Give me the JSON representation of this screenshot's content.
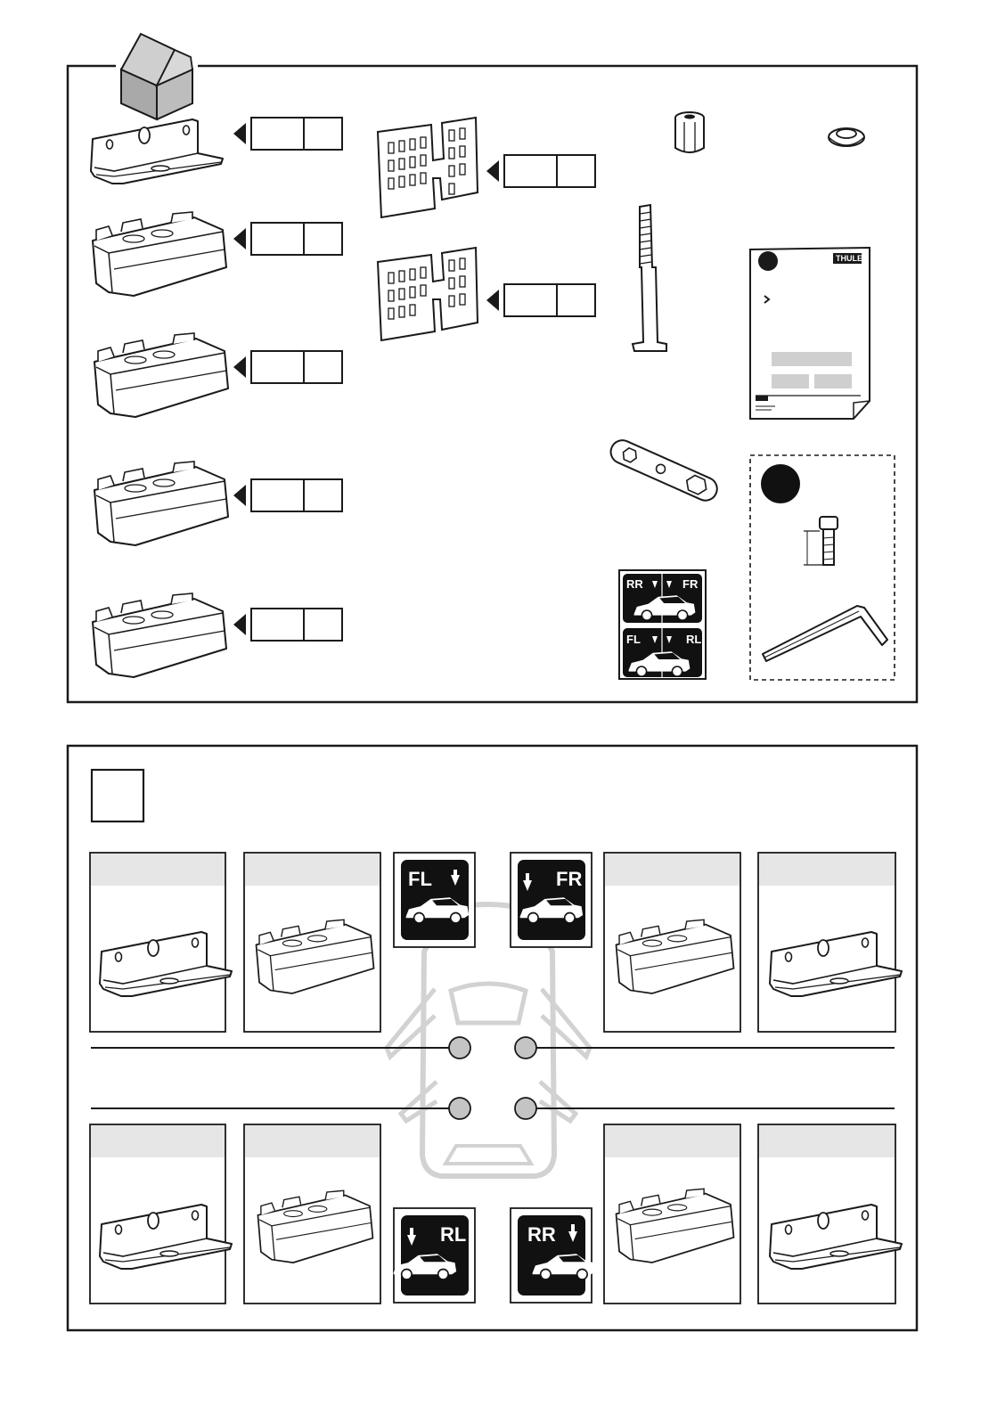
{
  "brand": {
    "logo_text": "THULE"
  },
  "stickers_kit": [
    "RR",
    "FR",
    "FL",
    "RL"
  ],
  "positions": {
    "FL": "FL",
    "FR": "FR",
    "RL": "RL",
    "RR": "RR"
  },
  "colors": {
    "line": "#1a1a1a",
    "header_band": "#e6e6e6",
    "dot": "#c4c4c4",
    "car_ghost": "#d2d2d2",
    "sticker_bg": "#111111"
  }
}
